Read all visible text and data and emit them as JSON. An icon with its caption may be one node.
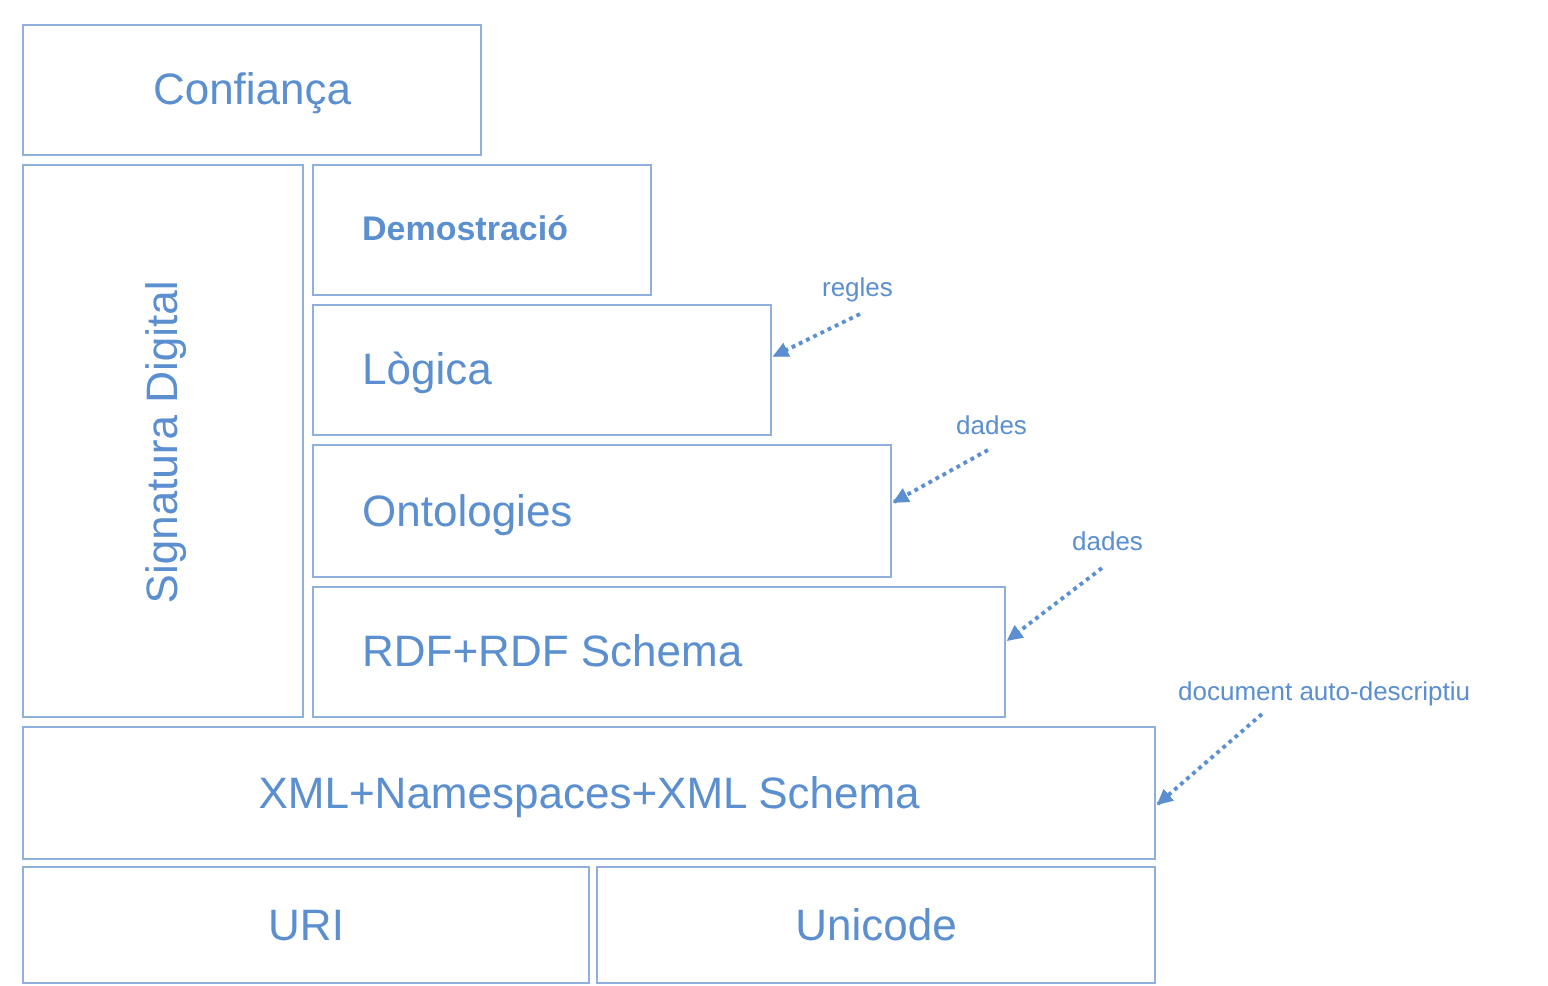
{
  "diagram": {
    "nodes": [
      {
        "text": [
          "Confiança"
        ]
      },
      {
        "text": [
          "Signatura Digital"
        ]
      },
      {
        "text": [
          "Demostració"
        ]
      },
      {
        "text": [
          "Lògica"
        ]
      },
      {
        "text": [
          "Ontologies"
        ]
      },
      {
        "text": [
          "RDF+RDF Schema"
        ]
      },
      {
        "text": [
          "XML+Namespaces+XML Schema"
        ]
      },
      {
        "text": [
          "URI"
        ]
      },
      {
        "text": [
          "Unicode"
        ]
      },
      {
        "text": [
          "regles"
        ]
      },
      {
        "text": [
          "dades"
        ]
      },
      {
        "text": [
          "dades"
        ]
      },
      {
        "text": [
          "document auto-descriptiu"
        ]
      }
    ],
    "edges": [
      {
        "from": 9,
        "to": 3,
        "arrow": "to"
      },
      {
        "from": 10,
        "to": 4,
        "arrow": "to"
      },
      {
        "from": 11,
        "to": 5,
        "arrow": "to"
      },
      {
        "from": 12,
        "to": 6,
        "arrow": "to"
      }
    ]
  }
}
